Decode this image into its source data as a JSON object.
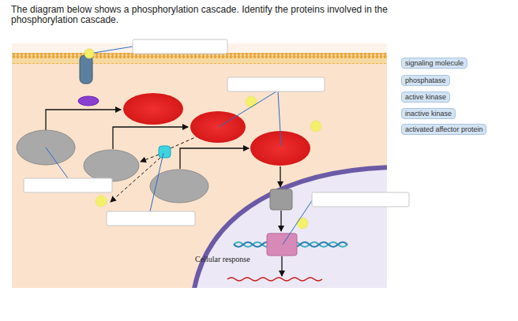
{
  "diagram": {
    "title": "The diagram below shows a phosphorylation cascade. Identify the proteins involved in the phosphorylation cascade.",
    "nodes": [
      {
        "text": [
          "signaling molecule"
        ]
      },
      {
        "text": [
          "phosphatase"
        ]
      },
      {
        "text": [
          "active kinase"
        ]
      },
      {
        "text": [
          "inactive kinase"
        ]
      },
      {
        "text": [
          "activated affector protein"
        ]
      }
    ],
    "labels": [
      "Cellular response"
    ]
  }
}
